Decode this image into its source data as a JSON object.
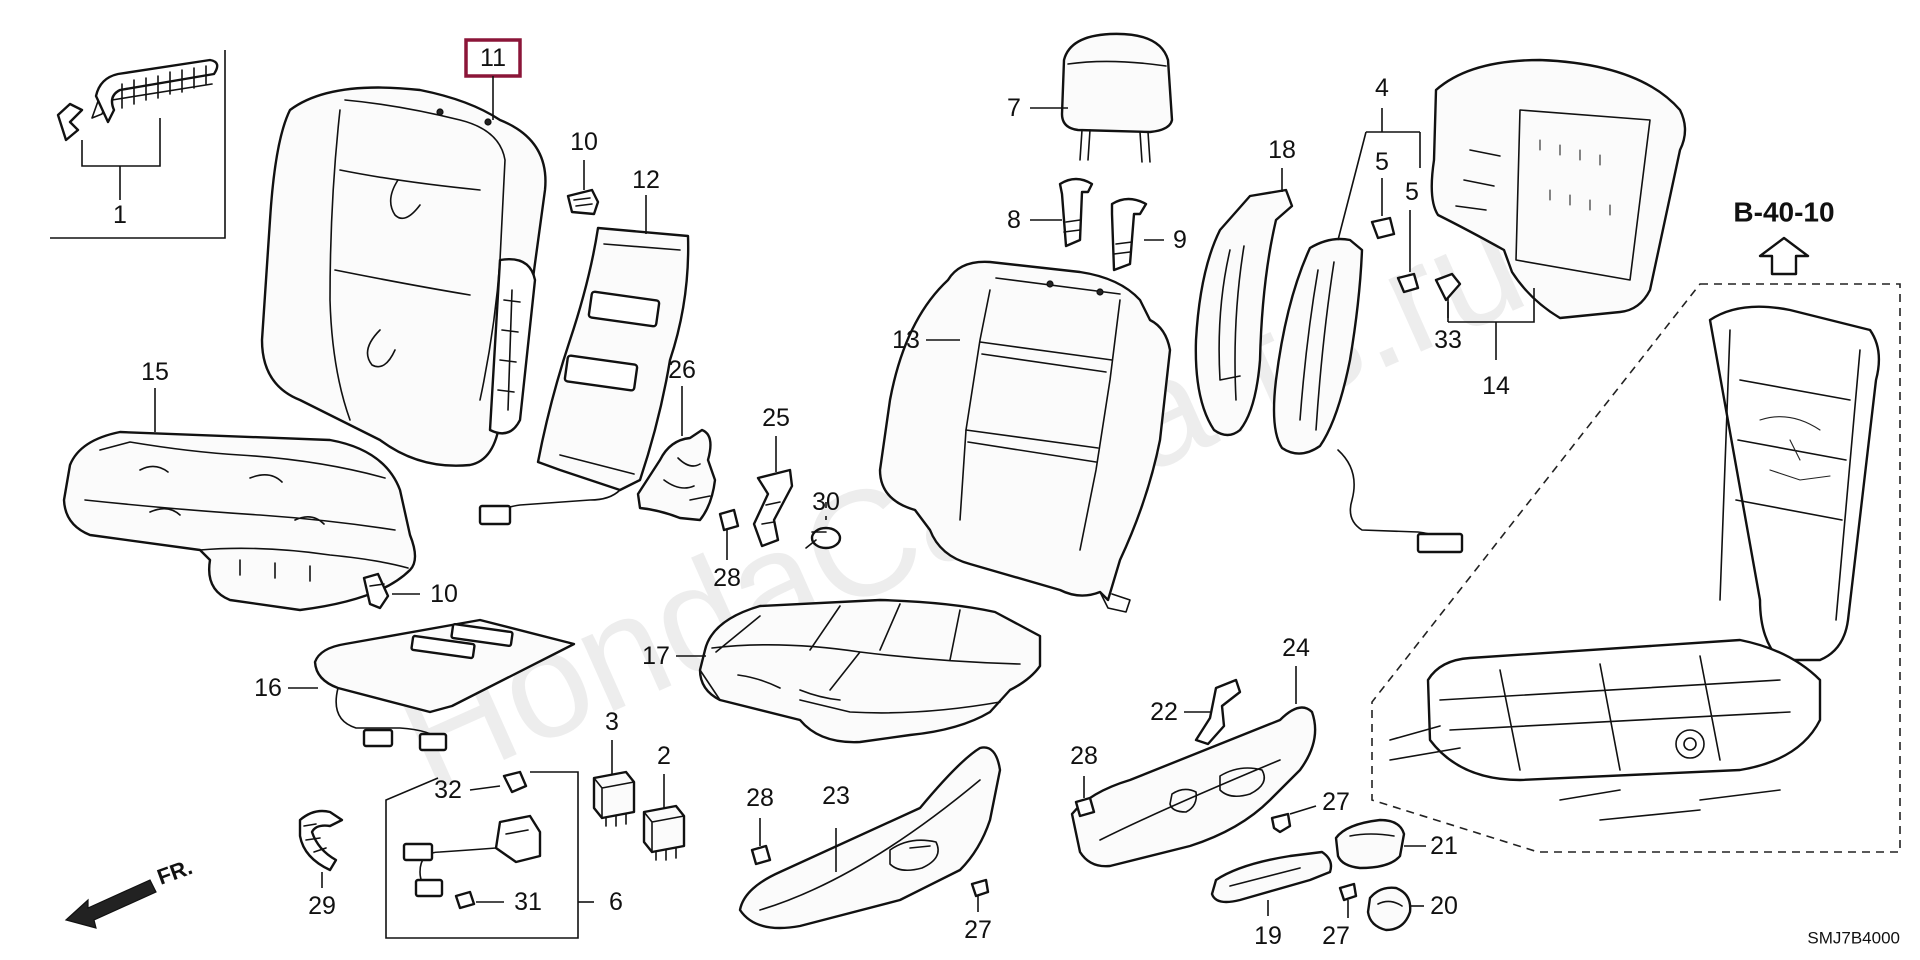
{
  "diagram": {
    "callouts": {
      "c1": "1",
      "c2": "2",
      "c3": "3",
      "c4": "4",
      "c5a": "5",
      "c5b": "5",
      "c6": "6",
      "c7": "7",
      "c8": "8",
      "c9": "9",
      "c10a": "10",
      "c10b": "10",
      "c11": "11",
      "c12": "12",
      "c13": "13",
      "c14": "14",
      "c15": "15",
      "c16": "16",
      "c17": "17",
      "c18": "18",
      "c19": "19",
      "c20": "20",
      "c21": "21",
      "c22": "22",
      "c23": "23",
      "c24": "24",
      "c25": "25",
      "c26": "26",
      "c27a": "27",
      "c27b": "27",
      "c27c": "27",
      "c28a": "28",
      "c28b": "28",
      "c28c": "28",
      "c29": "29",
      "c30": "30",
      "c31": "31",
      "c32": "32",
      "c33": "33"
    },
    "reference_label": "B-40-10",
    "front_label": "FR.",
    "diagram_code": "SMJ7B4000",
    "watermark": "HondaCarParts.ru",
    "highlight_color": "#8b1538",
    "icons": [
      "front-direction-arrow-icon",
      "up-arrow-icon"
    ]
  }
}
